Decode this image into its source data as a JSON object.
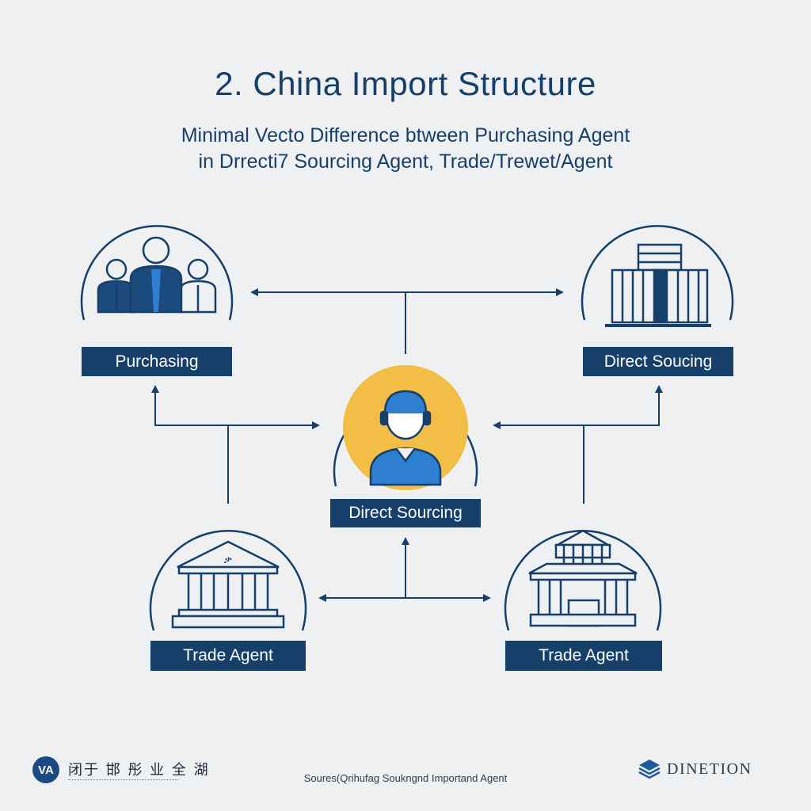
{
  "title": "2. China Import Structure",
  "subtitle_line1": "Minimal Vecto Difference btween Purchasing Agent",
  "subtitle_line2": "in Drrecti7 Sourcing Agent, Trade/Trewet/Agent",
  "nodes": {
    "purchasing": {
      "label": "Purchasing",
      "icon": "team-people-icon"
    },
    "direct_sourcing_top": {
      "label": "Direct Soucing",
      "icon": "warehouse-building-icon"
    },
    "direct_sourcing_center": {
      "label": "Direct Sourcing",
      "icon": "agent-headset-icon"
    },
    "trade_agent_left": {
      "label": "Trade Agent",
      "icon": "bank-building-icon"
    },
    "trade_agent_right": {
      "label": "Trade Agent",
      "icon": "government-building-icon"
    }
  },
  "colors": {
    "navy": "#163f6a",
    "center_fill": "#f3be45",
    "person_blue": "#2e7fd0",
    "background": "#eef0f1"
  },
  "footer": {
    "left_mark": "VA",
    "left_text": "闭于 邯 彤 业 全 湖",
    "source": "Soures(Qrihufag Soukngnd Importand Agent",
    "right_text": "DINETION"
  }
}
